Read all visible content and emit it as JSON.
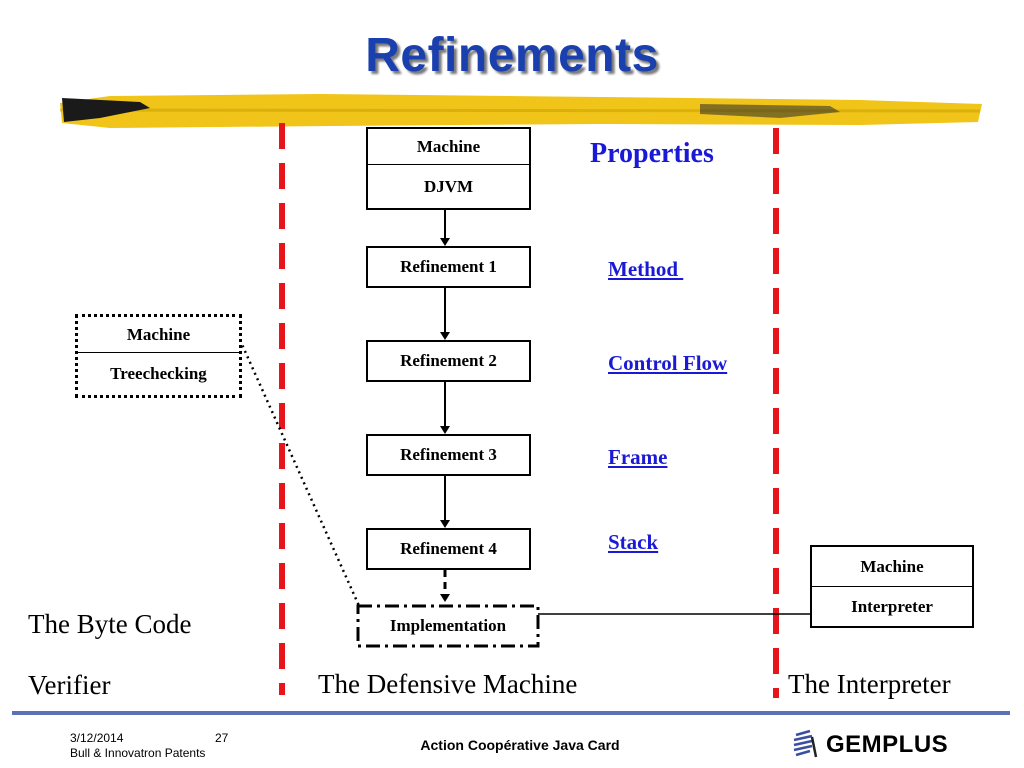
{
  "title": "Refinements",
  "properties_heading": "Properties",
  "djvm_box": {
    "top_label": "Machine",
    "bottom_label": "DJVM"
  },
  "refinements": [
    "Refinement 1",
    "Refinement 2",
    "Refinement 3",
    "Refinement 4"
  ],
  "implementation_label": "Implementation",
  "treechecking_box": {
    "top_label": "Machine",
    "bottom_label": "Treechecking"
  },
  "interpreter_box": {
    "top_label": "Machine",
    "bottom_label": "Interpreter"
  },
  "property_links": [
    "Method ",
    "Control Flow",
    "Frame",
    "Stack"
  ],
  "captions": {
    "verifier_line1": "The Byte Code",
    "verifier_line2": "Verifier",
    "defensive_machine": "The Defensive Machine",
    "interpreter": "The Interpreter"
  },
  "footer": {
    "date": "3/12/2014",
    "page": "27",
    "company": "Bull & Innovatron Patents",
    "center": "Action Coopérative Java Card",
    "logo": "GEMPLUS"
  },
  "colors": {
    "title": "#1a3fae",
    "links": "#1a1ad6",
    "dashed_lines": "#e8141c",
    "highlight_bar": "#f0c419"
  }
}
